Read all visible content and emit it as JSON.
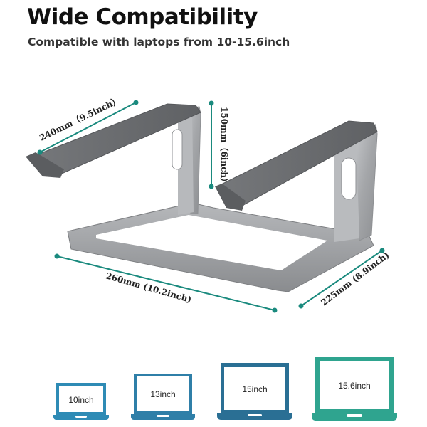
{
  "header": {
    "title": "Wide Compatibility",
    "subtitle": "Compatible with laptops from 10-15.6inch"
  },
  "dimensions": {
    "top_length": "240mm（9.5inch）",
    "height": "150mm（6inch）",
    "base_length": "260mm (10.2inch)",
    "base_depth": "225mm (8.9inch)"
  },
  "colors": {
    "dimension_line": "#1a8a7e",
    "stand_metal": "#a9abae",
    "laptop_10": "#2e8bb5",
    "laptop_13": "#2f7fa8",
    "laptop_15": "#2a6f94",
    "laptop_156": "#2fa48f"
  },
  "laptops": [
    {
      "label": "10inch",
      "icon": "laptop-icon"
    },
    {
      "label": "13inch",
      "icon": "laptop-icon"
    },
    {
      "label": "15inch",
      "icon": "laptop-icon"
    },
    {
      "label": "15.6inch",
      "icon": "laptop-icon"
    }
  ]
}
